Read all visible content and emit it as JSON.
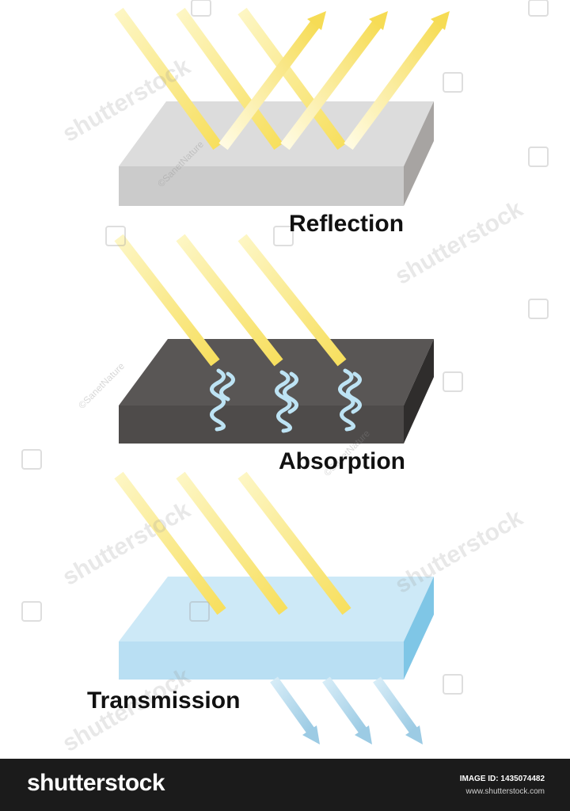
{
  "labels": {
    "reflection": "Reflection",
    "absorption": "Absorption",
    "transmission": "Transmission"
  },
  "watermarks": {
    "brand": "shutterstock",
    "credit": "©SanetNature"
  },
  "footer": {
    "brand": "shutterstock",
    "image_id": "IMAGE ID: 1435074482",
    "site": "www.shutterstock.com"
  },
  "colors": {
    "light_ray": "#f8e57a",
    "reflective_slab": "#d3d3d3",
    "absorbing_slab": "#4b4948",
    "transparent_slab": "#bfe4f5",
    "heat_wave": "#bde3f4",
    "transmitted_ray": "#a9d3e9",
    "footer_bg": "#1b1b1b"
  }
}
